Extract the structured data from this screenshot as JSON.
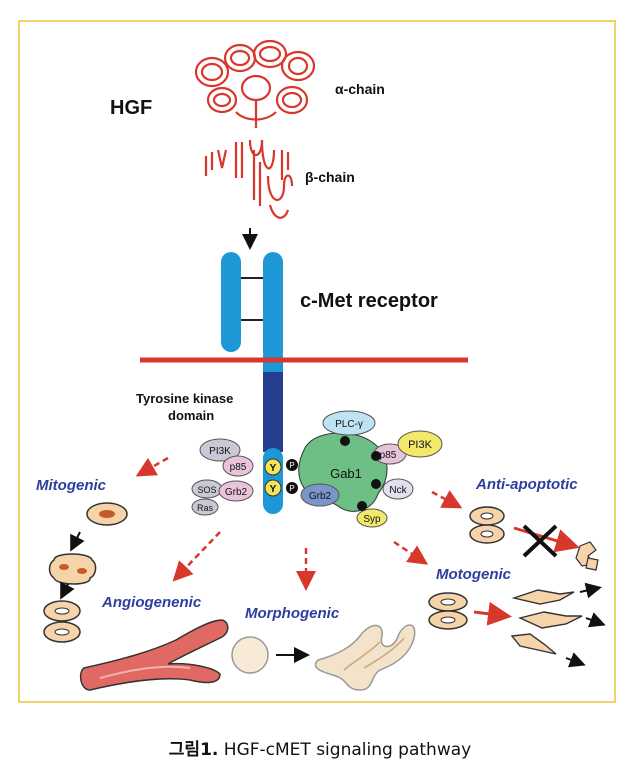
{
  "diagram": {
    "hgf_label": "HGF",
    "alpha_chain": "α-chain",
    "beta_chain": "β-chain",
    "receptor_label": "c-Met receptor",
    "kinase_line1": "Tyrosine kinase",
    "kinase_line2": "domain",
    "phospho_y": "Y",
    "phospho_p": "P",
    "adaptors": {
      "pi3k_left": "PI3K",
      "p85_left": "p85",
      "sos": "SOS",
      "grb2_left": "Grb2",
      "ras": "Ras",
      "gab1": "Gab1",
      "plc": "PLC-γ",
      "p85_right": "p85",
      "pi3k_right": "PI3K",
      "grb2_right": "Grb2",
      "nck": "Nck",
      "syp": "Syp"
    },
    "outcomes": {
      "mitogenic": "Mitogenic",
      "anti_apoptotic": "Anti-apoptotic",
      "angiogenenic": "Angiogenenic",
      "morphogenic": "Morphogenic",
      "motogenic": "Motogenic"
    },
    "colors": {
      "hgf": "#d8382c",
      "receptor_blue": "#1e97d6",
      "kinase_navy": "#253e8e",
      "membrane": "#d8382c",
      "gab1_green": "#6dbf86",
      "outcome_text": "#2c3f9e",
      "frame": "#f2d36b"
    }
  },
  "caption": {
    "number": "그림1.",
    "text": "HGF-cMET signaling pathway"
  }
}
